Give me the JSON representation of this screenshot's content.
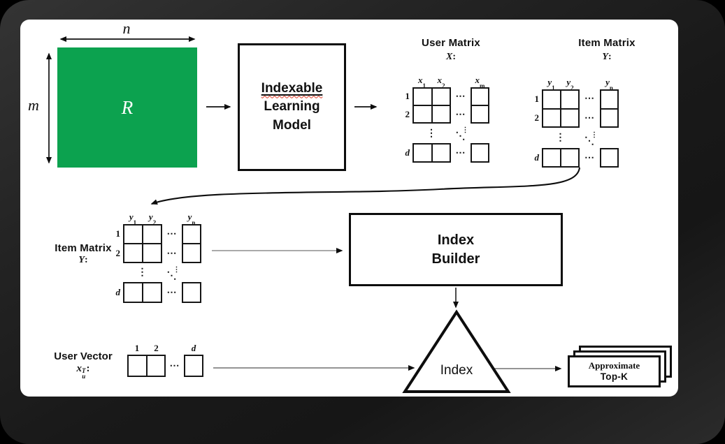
{
  "colors": {
    "matrix_green": "#0ca24f",
    "ink": "#111111",
    "line_gray": "#5a5a5a",
    "squiggle_red": "#e23b26"
  },
  "glyphs": {
    "hdots": "⋯",
    "vdots": "⋮",
    "ddots": "⋱"
  },
  "rating_matrix": {
    "symbol": "R",
    "rows_label": "m",
    "cols_label": "n"
  },
  "learning_model_box": {
    "line1": "Indexable",
    "line2": "Learning",
    "line3": "Model"
  },
  "user_matrix": {
    "title": "User Matrix",
    "symbol": "X",
    "colon": ":",
    "cols": [
      {
        "base": "x",
        "sub": "1"
      },
      {
        "base": "x",
        "sub": "2"
      },
      {
        "base": "x",
        "sub": "m"
      }
    ],
    "rows": [
      "1",
      "2",
      "d"
    ]
  },
  "item_matrix_top": {
    "title": "Item Matrix",
    "symbol": "Y",
    "colon": ":",
    "cols": [
      {
        "base": "y",
        "sub": "1"
      },
      {
        "base": "y",
        "sub": "2"
      },
      {
        "base": "y",
        "sub": "n"
      }
    ],
    "rows": [
      "1",
      "2",
      "d"
    ]
  },
  "item_matrix_mid": {
    "title": "Item Matrix",
    "symbol": "Y",
    "colon": ":",
    "cols": [
      {
        "base": "y",
        "sub": "1"
      },
      {
        "base": "y",
        "sub": "2"
      },
      {
        "base": "y",
        "sub": "n"
      }
    ],
    "rows": [
      "1",
      "2",
      "d"
    ]
  },
  "index_builder_box": {
    "line1": "Index",
    "line2": "Builder"
  },
  "index_triangle": {
    "label": "Index"
  },
  "user_vector": {
    "title": "User Vector",
    "symbol_base": "x",
    "symbol_sup": "T",
    "symbol_sub": "u",
    "colon": ":",
    "cells": [
      "1",
      "2",
      "d"
    ]
  },
  "output_cards": {
    "line1": "Approximate",
    "line2": "Top-K"
  }
}
